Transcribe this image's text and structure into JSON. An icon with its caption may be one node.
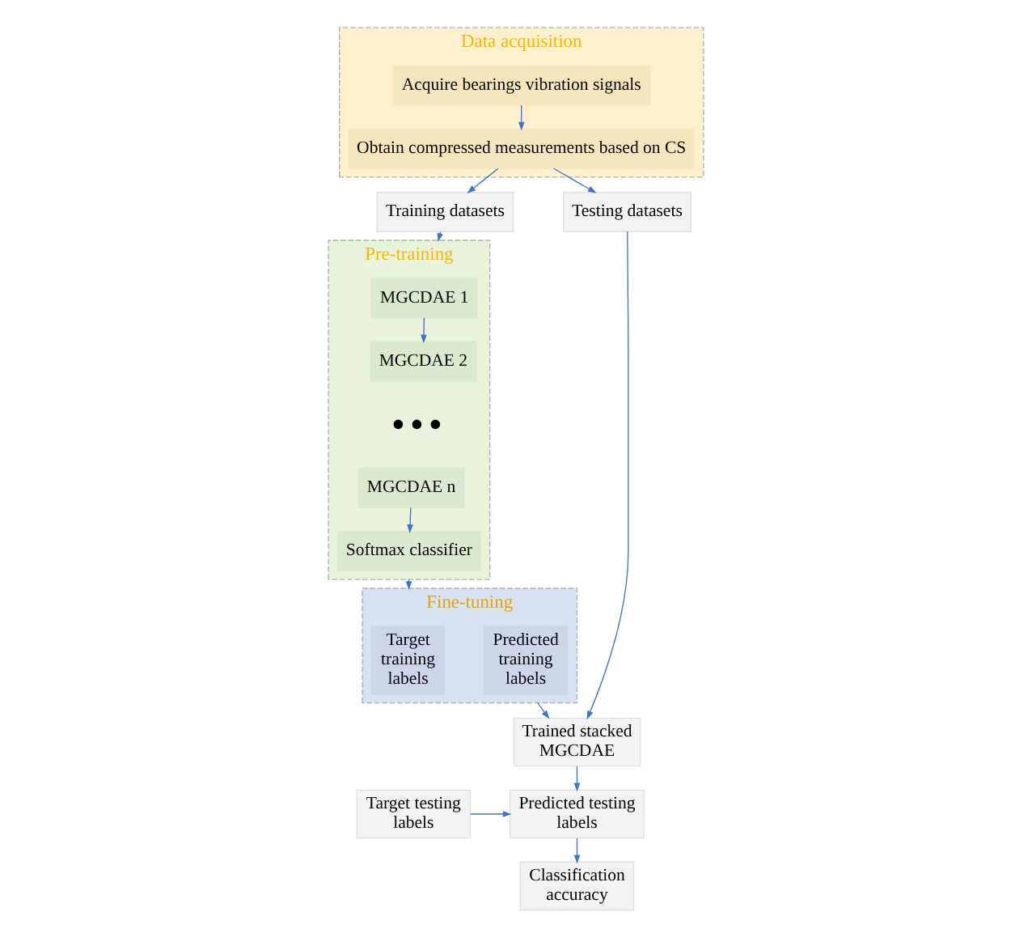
{
  "diagram": {
    "nodes": [
      {
        "text": [
          "Data acquisition"
        ]
      },
      {
        "text": [
          "Acquire bearings vibration signals"
        ],
        "in": 0
      },
      {
        "text": [
          "Obtain compressed measurements based on CS"
        ],
        "in": 0
      },
      {
        "text": [
          "Training datasets"
        ]
      },
      {
        "text": [
          "Testing datasets"
        ]
      },
      {
        "text": [
          "Pre-training"
        ]
      },
      {
        "text": [
          "MGCDAE 1"
        ],
        "in": 5
      },
      {
        "text": [
          "MGCDAE 2"
        ],
        "in": 5
      },
      {
        "text": [
          "MGCDAE n"
        ],
        "in": 5
      },
      {
        "text": [
          "Softmax classifier"
        ],
        "in": 5
      },
      {
        "text": [
          "Fine-tuning"
        ]
      },
      {
        "text": [
          "Target training labels"
        ],
        "in": 10
      },
      {
        "text": [
          "Predicted training labels"
        ],
        "in": 10
      },
      {
        "text": [
          "Trained stacked MGCDAE"
        ]
      },
      {
        "text": [
          "Predicted testing labels"
        ]
      },
      {
        "text": [
          "Target testing labels"
        ]
      },
      {
        "text": [
          "Classification accuracy"
        ]
      }
    ],
    "edges": [
      {
        "from": 1,
        "to": 2,
        "arrow": "to"
      },
      {
        "from": 2,
        "to": 3,
        "arrow": "to"
      },
      {
        "from": 2,
        "to": 4,
        "arrow": "to"
      },
      {
        "from": 3,
        "to": 5,
        "arrow": "to"
      },
      {
        "from": 6,
        "to": 7,
        "arrow": "to"
      },
      {
        "from": 8,
        "to": 9,
        "arrow": "to"
      },
      {
        "from": 5,
        "to": 10,
        "arrow": "to"
      },
      {
        "from": 10,
        "to": 13,
        "arrow": "to"
      },
      {
        "from": 4,
        "to": 13,
        "arrow": "to"
      },
      {
        "from": 13,
        "to": 14,
        "arrow": "to"
      },
      {
        "from": 15,
        "to": 14,
        "arrow": "to"
      },
      {
        "from": 14,
        "to": 16,
        "arrow": "to"
      }
    ],
    "labels": [
      "● ● ●"
    ]
  }
}
